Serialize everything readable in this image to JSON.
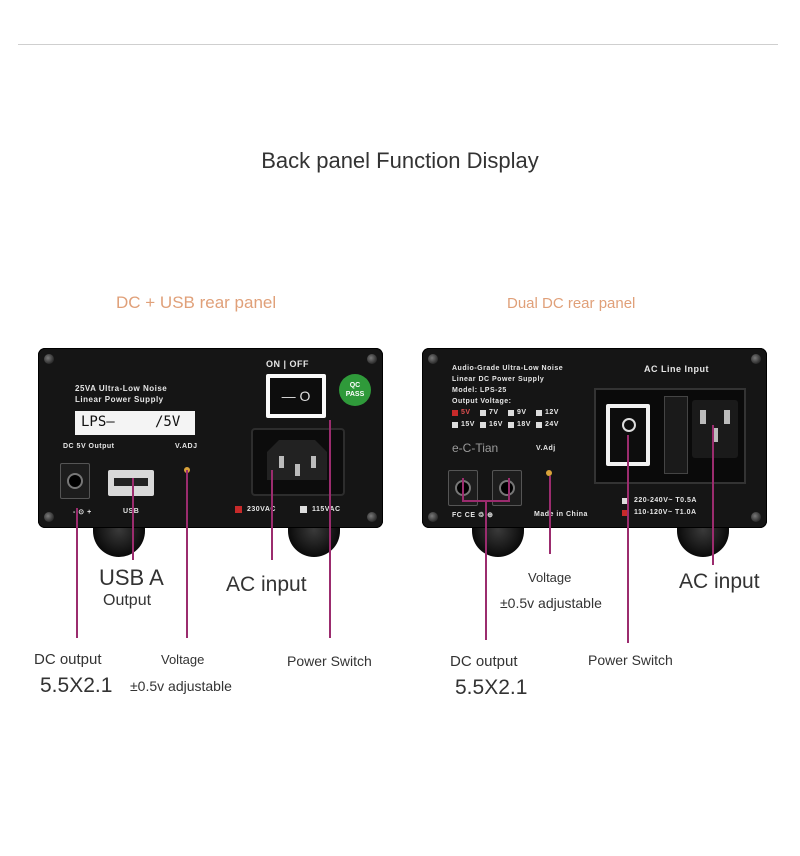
{
  "page": {
    "title": "Back panel Function Display"
  },
  "left": {
    "heading": "DC + USB rear panel",
    "panel": {
      "on_off": "ON | OFF",
      "switch_glyph": "— O",
      "qc_badge": "QC\nPASS",
      "model_line1": "25VA Ultra-Low Noise",
      "model_line2": "Linear Power Supply",
      "lcd_left": "LPS—",
      "lcd_right": "/5V",
      "dc_label": "DC 5V Output",
      "vadj_label": "V.ADJ",
      "usb_label": "USB",
      "volt_230": "230VAC",
      "volt_115": "115VAC"
    },
    "callouts": {
      "usb_title": "USB A",
      "usb_sub": "Output",
      "ac_input": "AC input",
      "dc_output": "DC output",
      "dc_size": "5.5X2.1",
      "voltage": "Voltage",
      "voltage_adj": "±0.5v adjustable",
      "power_switch": "Power Switch"
    }
  },
  "right": {
    "heading": "Dual DC rear panel",
    "panel": {
      "line1": "Audio-Grade Ultra-Low Noise",
      "line2": "Linear DC Power Supply",
      "line3": "Model: LPS-25",
      "line4": "Output Voltage:",
      "volt_row1": [
        "5V",
        "7V",
        "9V",
        "12V"
      ],
      "volt_row2": [
        "15V",
        "16V",
        "18V",
        "24V"
      ],
      "brand": "e-C-Tian",
      "vadj_label": "V.Adj",
      "ac_line_input": "AC Line Input",
      "rating1": "220-240V~  T0.5A",
      "rating2": "110-120V~  T1.0A",
      "made_in": "Made in China",
      "cert": "FC CE ♲ ⊕"
    },
    "callouts": {
      "voltage": "Voltage",
      "voltage_adj": "±0.5v adjustable",
      "ac_input": "AC input",
      "dc_output": "DC output",
      "dc_size": "5.5X2.1",
      "power_switch": "Power Switch"
    }
  }
}
